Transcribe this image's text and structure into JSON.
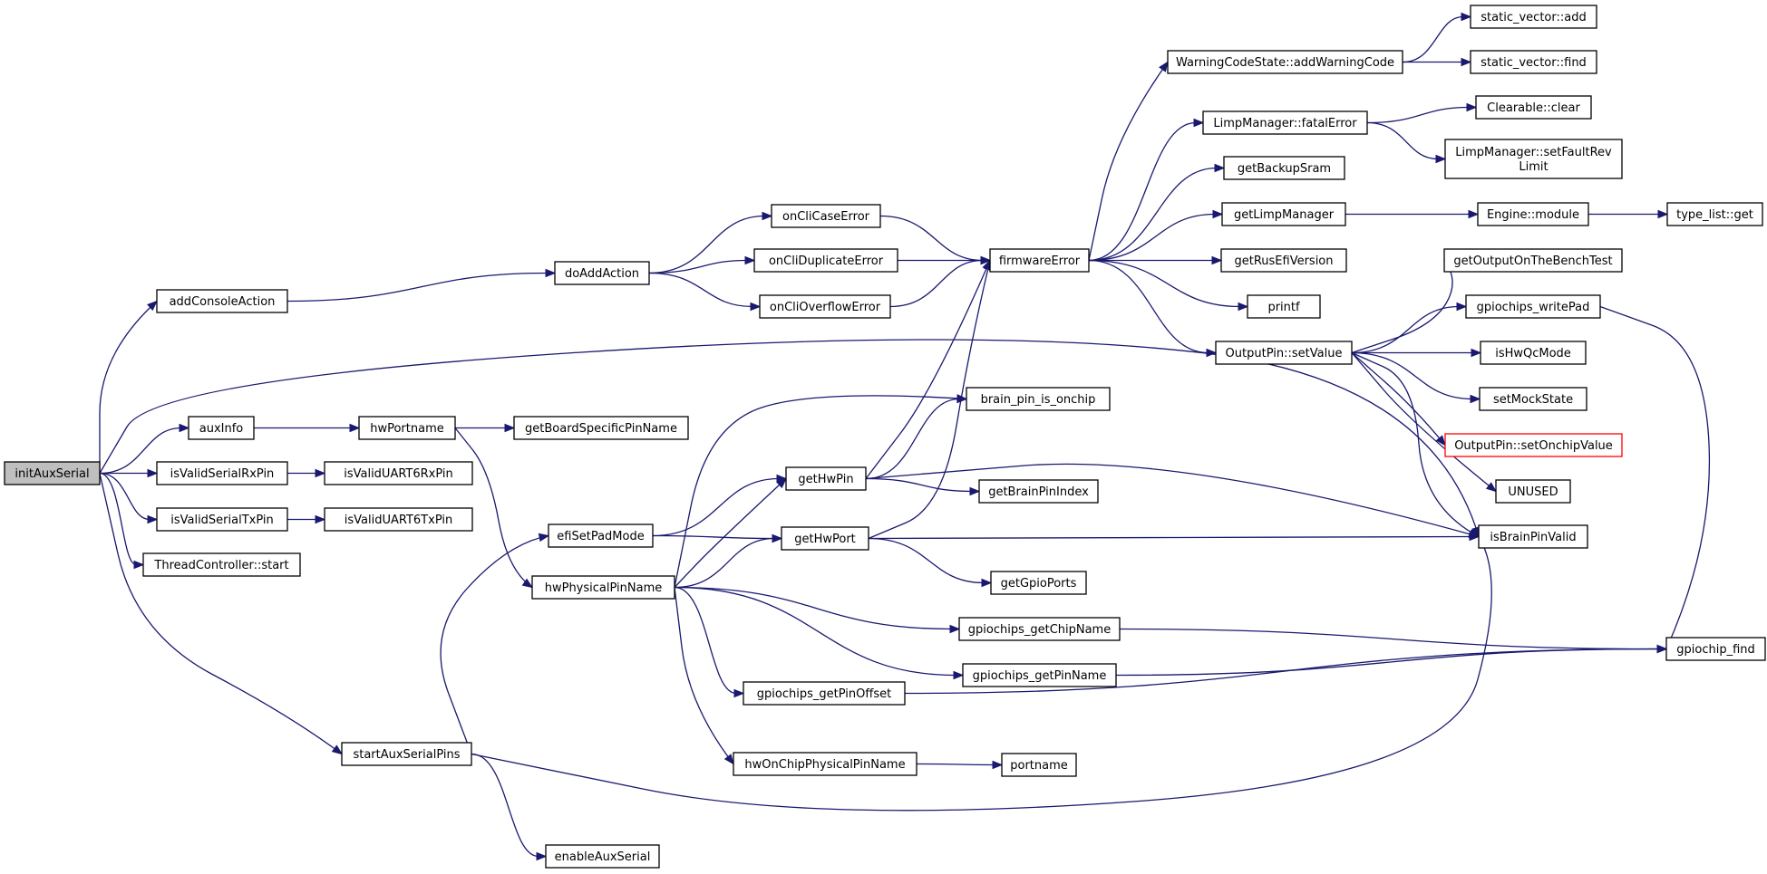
{
  "title": "",
  "colors": {
    "edge": "#191970",
    "root_fill": "#bfbfbf",
    "node_border": "#000000",
    "incomplete_border": "#ff0000"
  },
  "nodes": [
    {
      "id": "initAuxSerial",
      "label": "initAuxSerial",
      "root": true
    },
    {
      "id": "addConsoleAction",
      "label": "addConsoleAction"
    },
    {
      "id": "auxInfo",
      "label": "auxInfo"
    },
    {
      "id": "isValidSerialRxPin",
      "label": "isValidSerialRxPin"
    },
    {
      "id": "isValidSerialTxPin",
      "label": "isValidSerialTxPin"
    },
    {
      "id": "ThreadControllerStart",
      "label": "ThreadController::start"
    },
    {
      "id": "startAuxSerialPins",
      "label": "startAuxSerialPins"
    },
    {
      "id": "doAddAction",
      "label": "doAddAction"
    },
    {
      "id": "hwPortname",
      "label": "hwPortname"
    },
    {
      "id": "isValidUART6RxPin",
      "label": "isValidUART6RxPin"
    },
    {
      "id": "isValidUART6TxPin",
      "label": "isValidUART6TxPin"
    },
    {
      "id": "getBoardSpecificPinName",
      "label": "getBoardSpecificPinName"
    },
    {
      "id": "efiSetPadMode",
      "label": "efiSetPadMode"
    },
    {
      "id": "hwPhysicalPinName",
      "label": "hwPhysicalPinName"
    },
    {
      "id": "enableAuxSerial",
      "label": "enableAuxSerial"
    },
    {
      "id": "onCliCaseError",
      "label": "onCliCaseError"
    },
    {
      "id": "onCliDuplicateError",
      "label": "onCliDuplicateError"
    },
    {
      "id": "onCliOverflowError",
      "label": "onCliOverflowError"
    },
    {
      "id": "getHwPin",
      "label": "getHwPin"
    },
    {
      "id": "getHwPort",
      "label": "getHwPort"
    },
    {
      "id": "gpiochipsGetPinOffset",
      "label": "gpiochips_getPinOffset"
    },
    {
      "id": "hwOnChipPhysicalPinName",
      "label": "hwOnChipPhysicalPinName"
    },
    {
      "id": "brainPinIsOnchip",
      "label": "brain_pin_is_onchip"
    },
    {
      "id": "getBrainPinIndex",
      "label": "getBrainPinIndex"
    },
    {
      "id": "getGpioPorts",
      "label": "getGpioPorts"
    },
    {
      "id": "gpiochipsGetChipName",
      "label": "gpiochips_getChipName"
    },
    {
      "id": "gpiochipsGetPinName",
      "label": "gpiochips_getPinName"
    },
    {
      "id": "portname",
      "label": "portname"
    },
    {
      "id": "firmwareError",
      "label": "firmwareError"
    },
    {
      "id": "warningCodeStateAdd",
      "label": "WarningCodeState::addWarningCode"
    },
    {
      "id": "limpManagerFatalError",
      "label": "LimpManager::fatalError"
    },
    {
      "id": "getBackupSram",
      "label": "getBackupSram"
    },
    {
      "id": "getLimpManager",
      "label": "getLimpManager"
    },
    {
      "id": "getRusEfiVersion",
      "label": "getRusEfiVersion"
    },
    {
      "id": "printf",
      "label": "printf"
    },
    {
      "id": "outputPinSetValue",
      "label": "OutputPin::setValue"
    },
    {
      "id": "staticVectorAdd",
      "label": "static_vector::add"
    },
    {
      "id": "staticVectorFind",
      "label": "static_vector::find"
    },
    {
      "id": "clearableClear",
      "label": "Clearable::clear"
    },
    {
      "id": "limpManagerSetFaultRevLimit",
      "label": "LimpManager::setFaultRev\nLimit"
    },
    {
      "id": "engineModule",
      "label": "Engine::module"
    },
    {
      "id": "typeListGet",
      "label": "type_list::get"
    },
    {
      "id": "getOutputOnTheBenchTest",
      "label": "getOutputOnTheBenchTest"
    },
    {
      "id": "gpiochipsWritePad",
      "label": "gpiochips_writePad"
    },
    {
      "id": "isHwQcMode",
      "label": "isHwQcMode"
    },
    {
      "id": "setMockState",
      "label": "setMockState"
    },
    {
      "id": "outputPinSetOnchipValue",
      "label": "OutputPin::setOnchipValue",
      "incomplete": true
    },
    {
      "id": "unused",
      "label": "UNUSED"
    },
    {
      "id": "isBrainPinValid",
      "label": "isBrainPinValid"
    },
    {
      "id": "gpiochipFind",
      "label": "gpiochip_find"
    }
  ],
  "edges": [
    [
      "initAuxSerial",
      "addConsoleAction"
    ],
    [
      "initAuxSerial",
      "auxInfo"
    ],
    [
      "initAuxSerial",
      "isValidSerialRxPin"
    ],
    [
      "initAuxSerial",
      "isValidSerialTxPin"
    ],
    [
      "initAuxSerial",
      "ThreadControllerStart"
    ],
    [
      "initAuxSerial",
      "startAuxSerialPins"
    ],
    [
      "initAuxSerial",
      "isBrainPinValid"
    ],
    [
      "addConsoleAction",
      "doAddAction"
    ],
    [
      "auxInfo",
      "hwPortname"
    ],
    [
      "isValidSerialRxPin",
      "isValidUART6RxPin"
    ],
    [
      "isValidSerialTxPin",
      "isValidUART6TxPin"
    ],
    [
      "startAuxSerialPins",
      "efiSetPadMode"
    ],
    [
      "startAuxSerialPins",
      "enableAuxSerial"
    ],
    [
      "startAuxSerialPins",
      "isBrainPinValid"
    ],
    [
      "doAddAction",
      "onCliCaseError"
    ],
    [
      "doAddAction",
      "onCliDuplicateError"
    ],
    [
      "doAddAction",
      "onCliOverflowError"
    ],
    [
      "hwPortname",
      "getBoardSpecificPinName"
    ],
    [
      "hwPortname",
      "hwPhysicalPinName"
    ],
    [
      "efiSetPadMode",
      "getHwPin"
    ],
    [
      "efiSetPadMode",
      "getHwPort"
    ],
    [
      "hwPhysicalPinName",
      "brainPinIsOnchip"
    ],
    [
      "hwPhysicalPinName",
      "getHwPin"
    ],
    [
      "hwPhysicalPinName",
      "getHwPort"
    ],
    [
      "hwPhysicalPinName",
      "gpiochipsGetChipName"
    ],
    [
      "hwPhysicalPinName",
      "gpiochipsGetPinName"
    ],
    [
      "hwPhysicalPinName",
      "gpiochipsGetPinOffset"
    ],
    [
      "hwPhysicalPinName",
      "hwOnChipPhysicalPinName"
    ],
    [
      "onCliCaseError",
      "firmwareError"
    ],
    [
      "onCliDuplicateError",
      "firmwareError"
    ],
    [
      "onCliOverflowError",
      "firmwareError"
    ],
    [
      "getHwPin",
      "brainPinIsOnchip"
    ],
    [
      "getHwPin",
      "firmwareError"
    ],
    [
      "getHwPin",
      "getBrainPinIndex"
    ],
    [
      "getHwPin",
      "isBrainPinValid"
    ],
    [
      "getHwPort",
      "firmwareError"
    ],
    [
      "getHwPort",
      "getGpioPorts"
    ],
    [
      "getHwPort",
      "isBrainPinValid"
    ],
    [
      "gpiochipsGetPinOffset",
      "gpiochipFind"
    ],
    [
      "gpiochipsGetChipName",
      "gpiochipFind"
    ],
    [
      "gpiochipsGetPinName",
      "gpiochipFind"
    ],
    [
      "hwOnChipPhysicalPinName",
      "portname"
    ],
    [
      "firmwareError",
      "warningCodeStateAdd"
    ],
    [
      "firmwareError",
      "limpManagerFatalError"
    ],
    [
      "firmwareError",
      "getBackupSram"
    ],
    [
      "firmwareError",
      "getLimpManager"
    ],
    [
      "firmwareError",
      "getRusEfiVersion"
    ],
    [
      "firmwareError",
      "printf"
    ],
    [
      "firmwareError",
      "outputPinSetValue"
    ],
    [
      "warningCodeStateAdd",
      "staticVectorAdd"
    ],
    [
      "warningCodeStateAdd",
      "staticVectorFind"
    ],
    [
      "limpManagerFatalError",
      "clearableClear"
    ],
    [
      "limpManagerFatalError",
      "limpManagerSetFaultRevLimit"
    ],
    [
      "getLimpManager",
      "engineModule"
    ],
    [
      "engineModule",
      "typeListGet"
    ],
    [
      "outputPinSetValue",
      "getOutputOnTheBenchTest"
    ],
    [
      "outputPinSetValue",
      "gpiochipsWritePad"
    ],
    [
      "outputPinSetValue",
      "isHwQcMode"
    ],
    [
      "outputPinSetValue",
      "setMockState"
    ],
    [
      "outputPinSetValue",
      "outputPinSetOnchipValue"
    ],
    [
      "outputPinSetValue",
      "unused"
    ],
    [
      "outputPinSetValue",
      "isBrainPinValid"
    ],
    [
      "gpiochipsWritePad",
      "gpiochipFind"
    ]
  ]
}
